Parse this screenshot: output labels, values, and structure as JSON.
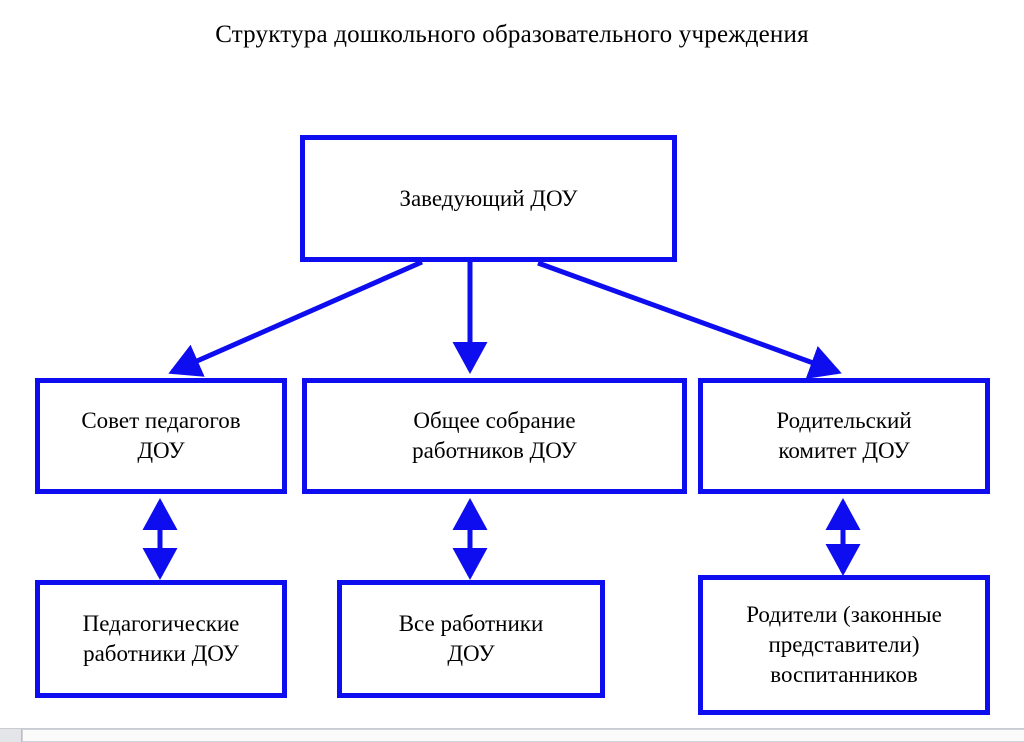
{
  "diagram": {
    "title": "Структура дошкольного образовательного учреждения",
    "type": "organizational-hierarchy",
    "accent_color": "#0d0df0",
    "background_color": "#ffffff",
    "text_color": "#000000",
    "nodes": {
      "head": {
        "label": "Заведующий ДОУ",
        "level": "top"
      },
      "teachers_council": {
        "label": "Совет педагогов\nДОУ",
        "level": "middle"
      },
      "general_meeting": {
        "label": "Общее собрание\nработников ДОУ",
        "level": "middle"
      },
      "parent_committee": {
        "label": "Родительский\nкомитет ДОУ",
        "level": "middle"
      },
      "pedagogical_staff": {
        "label": "Педагогические\nработники ДОУ",
        "level": "bottom"
      },
      "all_staff": {
        "label": "Все работники\nДОУ",
        "level": "bottom"
      },
      "parents": {
        "label": "Родители (законные\nпредставители)\nвоспитанников",
        "level": "bottom"
      }
    },
    "connectors": [
      {
        "id": "head-to-teachers-council",
        "from": "head",
        "to": "teachers_council",
        "style": "single-arrow-diagonal"
      },
      {
        "id": "head-to-general-meeting",
        "from": "head",
        "to": "general_meeting",
        "style": "single-arrow-vertical"
      },
      {
        "id": "head-to-parent-committee",
        "from": "head",
        "to": "parent_committee",
        "style": "single-arrow-diagonal"
      },
      {
        "id": "teachers-council-to-pedagogical-staff",
        "from": "teachers_council",
        "to": "pedagogical_staff",
        "style": "double-arrow-vertical"
      },
      {
        "id": "general-meeting-to-all-staff",
        "from": "general_meeting",
        "to": "all_staff",
        "style": "double-arrow-vertical"
      },
      {
        "id": "parent-committee-to-parents",
        "from": "parent_committee",
        "to": "parents",
        "style": "double-arrow-vertical"
      }
    ]
  }
}
